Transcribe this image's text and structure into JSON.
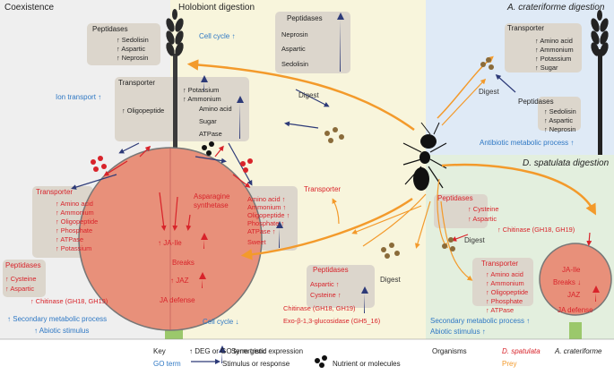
{
  "panels": {
    "coexistence_title": "Coexistence",
    "holobiont_title": "Holobiont digestion",
    "crateriforme_title": "A. crateriforme digestion",
    "spatulata_title": "D. spatulata digestion"
  },
  "coexist": {
    "peptidases_head": "Peptidases",
    "peptidases": [
      "Sedolisin",
      "Aspartic",
      "Neprosin"
    ],
    "cell_cycle": "Cell cycle",
    "ion_transport": "Ion transport",
    "transporter_head": "Transporter",
    "transporter_left": [
      "Potassium",
      "Ammonium",
      "Oligopeptide"
    ],
    "transporter_right": [
      "Amino acid",
      "Sugar",
      "ATPase"
    ]
  },
  "holo": {
    "peptidases_head": "Peptidases",
    "peptidases": [
      "Neprosin",
      "Aspartic",
      "Sedolisin"
    ],
    "digest": "Digest",
    "transporter_head": "Transporter",
    "transporter": [
      "Amino acid",
      "Ammonium",
      "Oligopeptide",
      "Phosphate",
      "ATPase",
      "Sweet"
    ],
    "peptidases2_head": "Peptidases",
    "peptidases2": [
      "Aspartic",
      "Cysteine"
    ],
    "chitinase": "Chitinase (GH18, GH19)",
    "exo": "Exo-β-1,3-glucosidase (GH5_16)",
    "digest2": "Digest",
    "cell_cycle_down": "Cell cycle"
  },
  "dsp_left": {
    "transporter_head": "Transporter",
    "transporter": [
      "Amino acid",
      "Ammonium",
      "Oligopeptide",
      "Phosphate",
      "ATPase",
      "Potassium"
    ],
    "peptidases_head": "Peptidases",
    "peptidases": [
      "Cysteine",
      "Aspartic"
    ],
    "chitinase": "Chitinase (GH18, GH19)",
    "secondary": "Secondary metabolic process",
    "abiotic": "Abiotic stimulus",
    "asparagine": [
      "Asparagine",
      "synthetase"
    ],
    "ja_ile": "JA-Ile",
    "breaks": "Breaks",
    "jaz": "JAZ",
    "ja_defense": "JA defense"
  },
  "acr": {
    "transporter_head": "Transporter",
    "transporter": [
      "Amino acid",
      "Ammonium",
      "Potassium",
      "Sugar"
    ],
    "digest": "Digest",
    "peptidases_head": "Peptidases",
    "peptidases": [
      "Sedolisin",
      "Aspartic",
      "Neprosin"
    ],
    "antibiotic": "Antibiotic metabolic process"
  },
  "dsp": {
    "peptidases_head": "Peptidases",
    "peptidases": [
      "Cysteine",
      "Aspartic"
    ],
    "chitinase": "Chitinase (GH18, GH19)",
    "digest": "Digest",
    "transporter_head": "Transporter",
    "transporter": [
      "Amino acid",
      "Ammonium",
      "Oligopeptide",
      "Phosphate",
      "ATPase"
    ],
    "ja_ile": "JA-Ile",
    "breaks": "Breaks",
    "jaz": "JAZ",
    "ja_defense": "JA defense",
    "secondary": "Secondary metabolic process",
    "abiotic": "Abiotic stimulus"
  },
  "key": {
    "key_label": "Key",
    "deg": "DEG or GO term trend",
    "synergistic": "Synergistic expression",
    "organisms": "Organisms",
    "d_spatulata": "D. spatulata",
    "a_crateriforme": "A. crateriforme",
    "go_term": "GO term",
    "stimulus": "Stimulus or response",
    "nutrient": "Nutrient or molecules",
    "prey": "Prey"
  },
  "colors": {
    "coexist_bg": "#efefef",
    "holobiont_bg": "#f8f5dc",
    "crateriforme_bg": "#dfeaf6",
    "spatulata_bg": "#e3efde",
    "sundew_fill": "#e8907a",
    "orange": "#f39a2b",
    "red": "#d8232a",
    "navy": "#2d3a78",
    "blue_text": "#2f78c4"
  }
}
